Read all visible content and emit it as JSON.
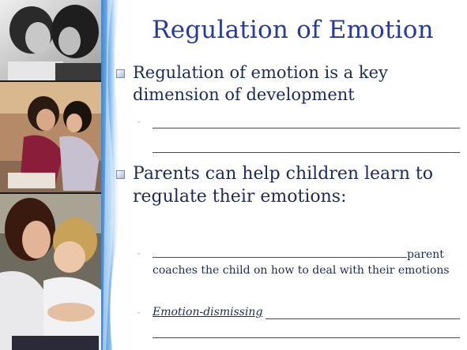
{
  "slide": {
    "title": "Regulation of Emotion",
    "bullets": [
      {
        "text": "Regulation of emotion is a key dimension of development"
      },
      {
        "text": "Parents can help children learn to regulate their emotions:"
      }
    ],
    "sub_items": [
      {
        "prefix": "",
        "text": "parent coaches the child on how to deal with their emotions"
      },
      {
        "prefix": "Emotion-dismissing",
        "text": ""
      }
    ]
  },
  "colors": {
    "title": "#2a3a9c",
    "body_text": "#1f2a55",
    "accent_swoosh": "#5aa0dd"
  }
}
